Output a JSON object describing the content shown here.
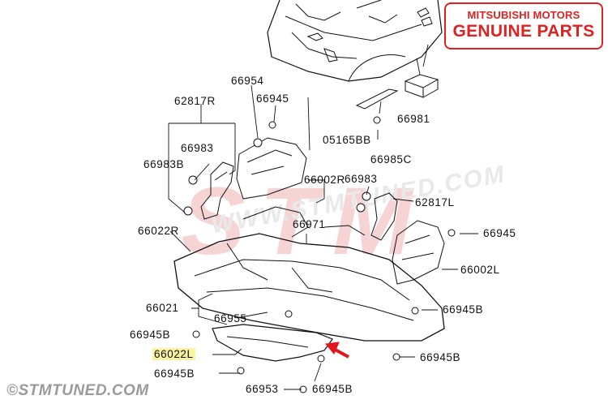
{
  "badge": {
    "line1": "MITSUBISHI MOTORS",
    "line2": "GENUINE PARTS",
    "color": "#dd2222"
  },
  "watermark": {
    "text": "STM",
    "url": "WWW.STMTUNED.COM"
  },
  "copyright": "©STMTUNED.COM",
  "parts": {
    "p66954": "66954",
    "p62817R": "62817R",
    "p66945_top": "66945",
    "p66983_left": "66983",
    "p66983B": "66983B",
    "p05165BB": "05165BB",
    "p66981": "66981",
    "p66985C": "66985C",
    "p66002R": "66002R",
    "p66983_right": "66983",
    "p62817L": "62817L",
    "p66971": "66971",
    "p66022R": "66022R",
    "p66945_right": "66945",
    "p66002L": "66002L",
    "p66021": "66021",
    "p66955": "66955",
    "p66945B_right": "66945B",
    "p66945B_left": "66945B",
    "p66022L": "66022L",
    "p66945B_lower_right": "66945B",
    "p66945B_bottom_left": "66945B",
    "p66953": "66953",
    "p66945B_bottom": "66945B"
  }
}
